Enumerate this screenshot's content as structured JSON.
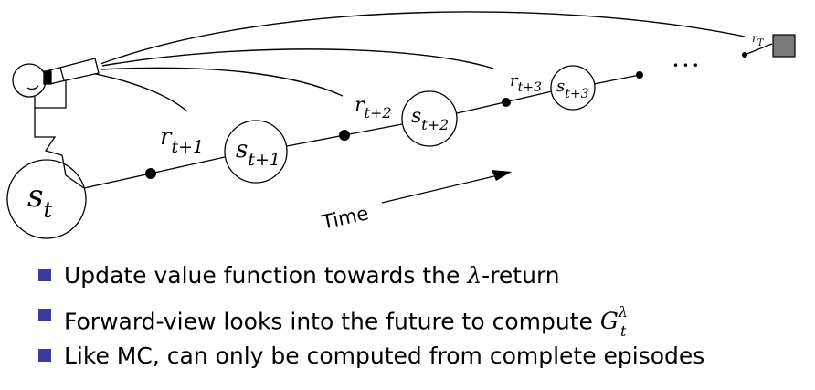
{
  "diagram": {
    "states": {
      "s_t": {
        "main": "s",
        "sub": "t"
      },
      "s_t1": {
        "main": "s",
        "sub": "t+1"
      },
      "s_t2": {
        "main": "s",
        "sub": "t+2"
      },
      "s_t3": {
        "main": "s",
        "sub": "t+3"
      }
    },
    "rewards": {
      "r_t1": {
        "main": "r",
        "sub": "t+1"
      },
      "r_t2": {
        "main": "r",
        "sub": "t+2"
      },
      "r_t3": {
        "main": "r",
        "sub": "t+3"
      },
      "r_T": {
        "main": "r",
        "sub": "T"
      }
    },
    "ellipsis": "• • •",
    "time_label": "Time"
  },
  "bullets": [
    {
      "before": "Update value function towards the ",
      "symbol": "λ",
      "after": "-return"
    },
    {
      "before": "Forward-view looks into the future to compute ",
      "g": "G",
      "sub": "t",
      "sup": "λ"
    },
    {
      "before": "Like MC, can only be computed from complete episodes"
    }
  ],
  "colors": {
    "bullet": "#3b3b9c",
    "terminal": "#7a7a7a"
  }
}
